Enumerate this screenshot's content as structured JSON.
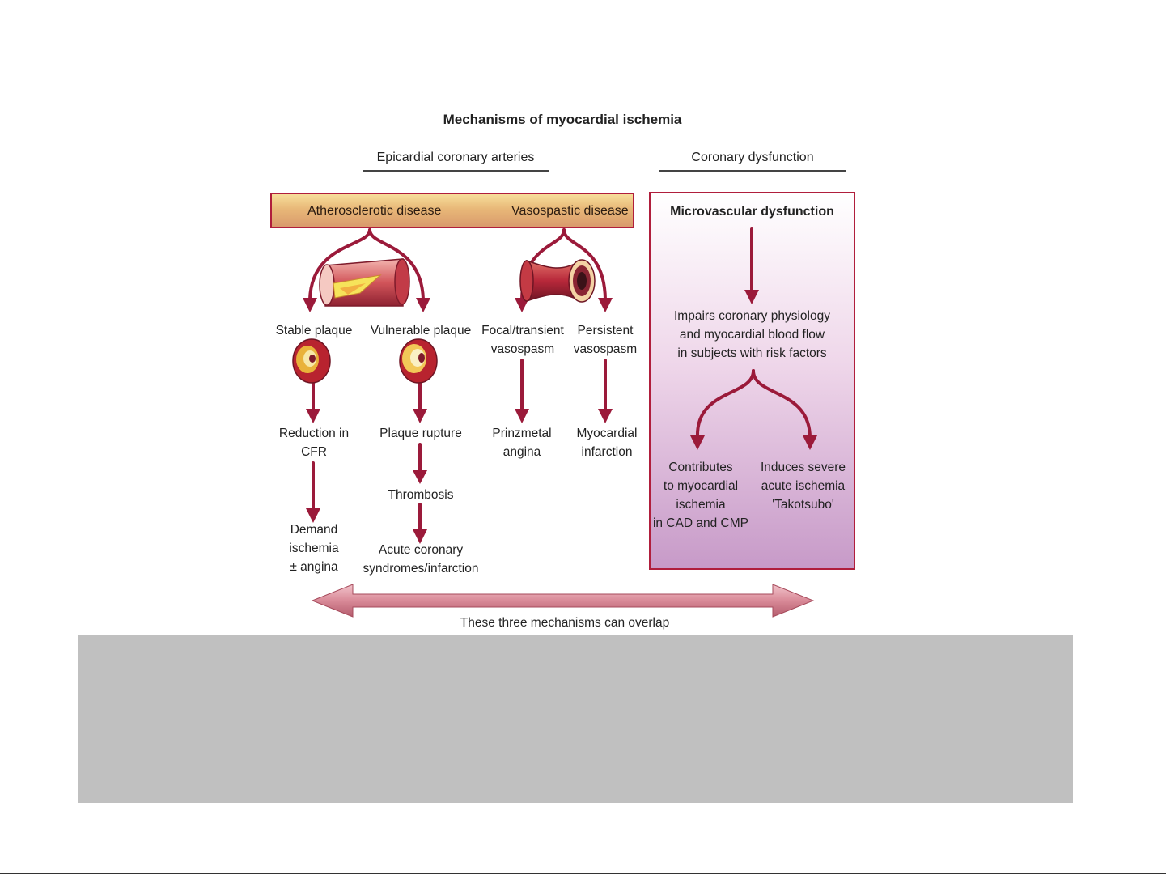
{
  "title": "Mechanisms of myocardial ischemia",
  "sections": {
    "epicardial": "Epicardial coronary arteries",
    "coronary_dysfunction": "Coronary dysfunction"
  },
  "banner": {
    "atherosclerotic": "Atherosclerotic disease",
    "vasospastic": "Vasospastic disease"
  },
  "atherosclerotic": {
    "stable_plaque": "Stable plaque",
    "vulnerable_plaque": "Vulnerable plaque",
    "reduction_line1": "Reduction in",
    "reduction_line2": "CFR",
    "demand_line1": "Demand",
    "demand_line2": "ischemia",
    "demand_line3": "± angina",
    "plaque_rupture": "Plaque rupture",
    "thrombosis": "Thrombosis",
    "acs_line1": "Acute coronary",
    "acs_line2": "syndromes/infarction"
  },
  "vasospastic": {
    "focal_line1": "Focal/transient",
    "focal_line2": "vasospasm",
    "persistent_line1": "Persistent",
    "persistent_line2": "vasospasm",
    "prinzmetal_line1": "Prinzmetal",
    "prinzmetal_line2": "angina",
    "mi_line1": "Myocardial",
    "mi_line2": "infarction"
  },
  "microvascular": {
    "title": "Microvascular dysfunction",
    "impairs_line1": "Impairs coronary physiology",
    "impairs_line2": "and myocardial blood flow",
    "impairs_line3": "in subjects with risk factors",
    "contrib_line1": "Contributes",
    "contrib_line2": "to myocardial",
    "contrib_line3": "ischemia",
    "contrib_line4": "in CAD and CMP",
    "induces_line1": "Induces severe",
    "induces_line2": "acute ischemia",
    "induces_line3": "'Takotsubo'"
  },
  "overlap_caption": "These three mechanisms can overlap",
  "colors": {
    "arrow": "#9b1a3a",
    "border": "#b01e3c",
    "overlap_arrow": "#d98a98",
    "panel": "#c0c0c0"
  }
}
